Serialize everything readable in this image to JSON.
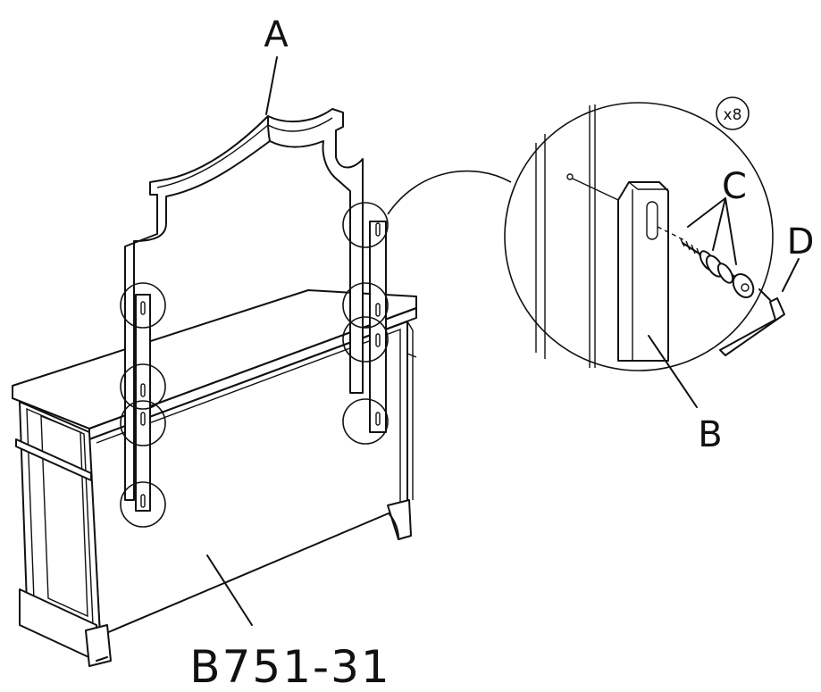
{
  "labels": {
    "mirror": "A",
    "post": "B",
    "bolt": "C",
    "wrench": "D",
    "quantity": "x8",
    "model": "B751-31"
  },
  "colors": {
    "line": "#111111",
    "background": "#ffffff"
  },
  "icons": [
    "allen-wrench-icon",
    "bolt-washer-icon"
  ]
}
